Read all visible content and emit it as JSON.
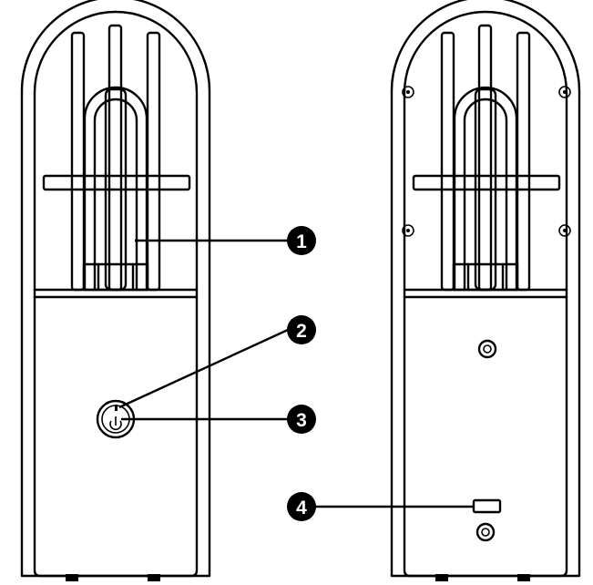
{
  "figure": {
    "views": [
      "front-view",
      "back-view"
    ],
    "callouts": [
      {
        "number": "1",
        "target": "uv-lamp"
      },
      {
        "number": "2",
        "target": "indicator-light"
      },
      {
        "number": "3",
        "target": "power-button"
      },
      {
        "number": "4",
        "target": "usb-charging-port"
      }
    ],
    "colors": {
      "line": "#000000",
      "background": "#ffffff",
      "badge": "#000000",
      "badge_text": "#ffffff"
    }
  }
}
